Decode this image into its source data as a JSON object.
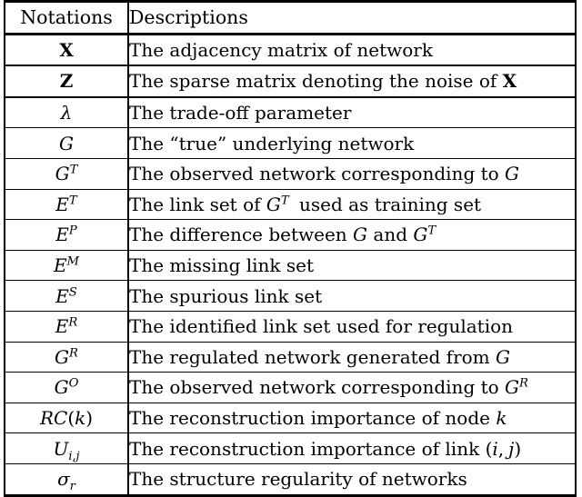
{
  "table": {
    "headers": {
      "notation": "Notations",
      "description": "Descriptions"
    },
    "rows": [
      {
        "notation_plain": "X",
        "description_plain": "The adjacency matrix of network"
      },
      {
        "notation_plain": "Z",
        "description_plain": "The sparse matrix denoting the noise of X"
      },
      {
        "notation_plain": "λ",
        "description_plain": "The trade-off parameter"
      },
      {
        "notation_plain": "G",
        "description_plain": "The “true” underlying network"
      },
      {
        "notation_plain": "G^T",
        "description_plain": "The observed network corresponding to G"
      },
      {
        "notation_plain": "E^T",
        "description_plain": "The link set of G^T used as training set"
      },
      {
        "notation_plain": "E^P",
        "description_plain": "The difference between G and G^T"
      },
      {
        "notation_plain": "E^M",
        "description_plain": "The missing link set"
      },
      {
        "notation_plain": "E^S",
        "description_plain": "The spurious link set"
      },
      {
        "notation_plain": "E^R",
        "description_plain": "The identified link set used for regulation"
      },
      {
        "notation_plain": "G^R",
        "description_plain": "The regulated network generated from G"
      },
      {
        "notation_plain": "G^O",
        "description_plain": "The observed network corresponding to G^R"
      },
      {
        "notation_plain": "RC(k)",
        "description_plain": "The reconstruction importance of node k"
      },
      {
        "notation_plain": "U_{i,j}",
        "description_plain": "The reconstruction importance of link (i, j)"
      },
      {
        "notation_plain": "σ_r",
        "description_plain": "The structure regularity of networks"
      }
    ],
    "text_fragments": {
      "the": "The",
      "adjacency_matrix_of_network": " adjacency matrix of network",
      "sparse_matrix_denoting_the_noise_of": " sparse matrix denoting the noise of ",
      "trade_off_parameter": " trade-off parameter",
      "true_underlying_network": " “true” underlying network",
      "observed_network_corresponding_to": " observed network corresponding to ",
      "link_set_of": " link set of ",
      "used_as_training_set": " used as training set",
      "difference_between": " difference between ",
      "and": " and ",
      "missing_link_set": " missing link set",
      "spurious_link_set": " spurious link set",
      "identified_link_set_used_for_regulation": " identified link set used for regulation",
      "regulated_network_generated_from": " regulated network generated from ",
      "reconstruction_importance_of_node": " reconstruction importance of node ",
      "reconstruction_importance_of_link": " reconstruction importance of link ",
      "structure_regularity_of_networks": " structure regularity of networks"
    },
    "symbols": {
      "X": "X",
      "Z": "Z",
      "lambda": "λ",
      "G": "G",
      "E": "E",
      "U": "U",
      "R": "R",
      "C": "C",
      "sigma": "σ",
      "sup_T": "T",
      "sup_P": "P",
      "sup_M": "M",
      "sup_S": "S",
      "sup_R": "R",
      "sup_O": "O",
      "sub_r": "r",
      "sub_ij": "i,j",
      "k": "k",
      "i": "i",
      "j": "j",
      "lparen": "(",
      "rparen": ")",
      "comma": ","
    },
    "colors": {
      "rule": "#000000",
      "background": "#ffffff",
      "text": "#000000"
    }
  }
}
